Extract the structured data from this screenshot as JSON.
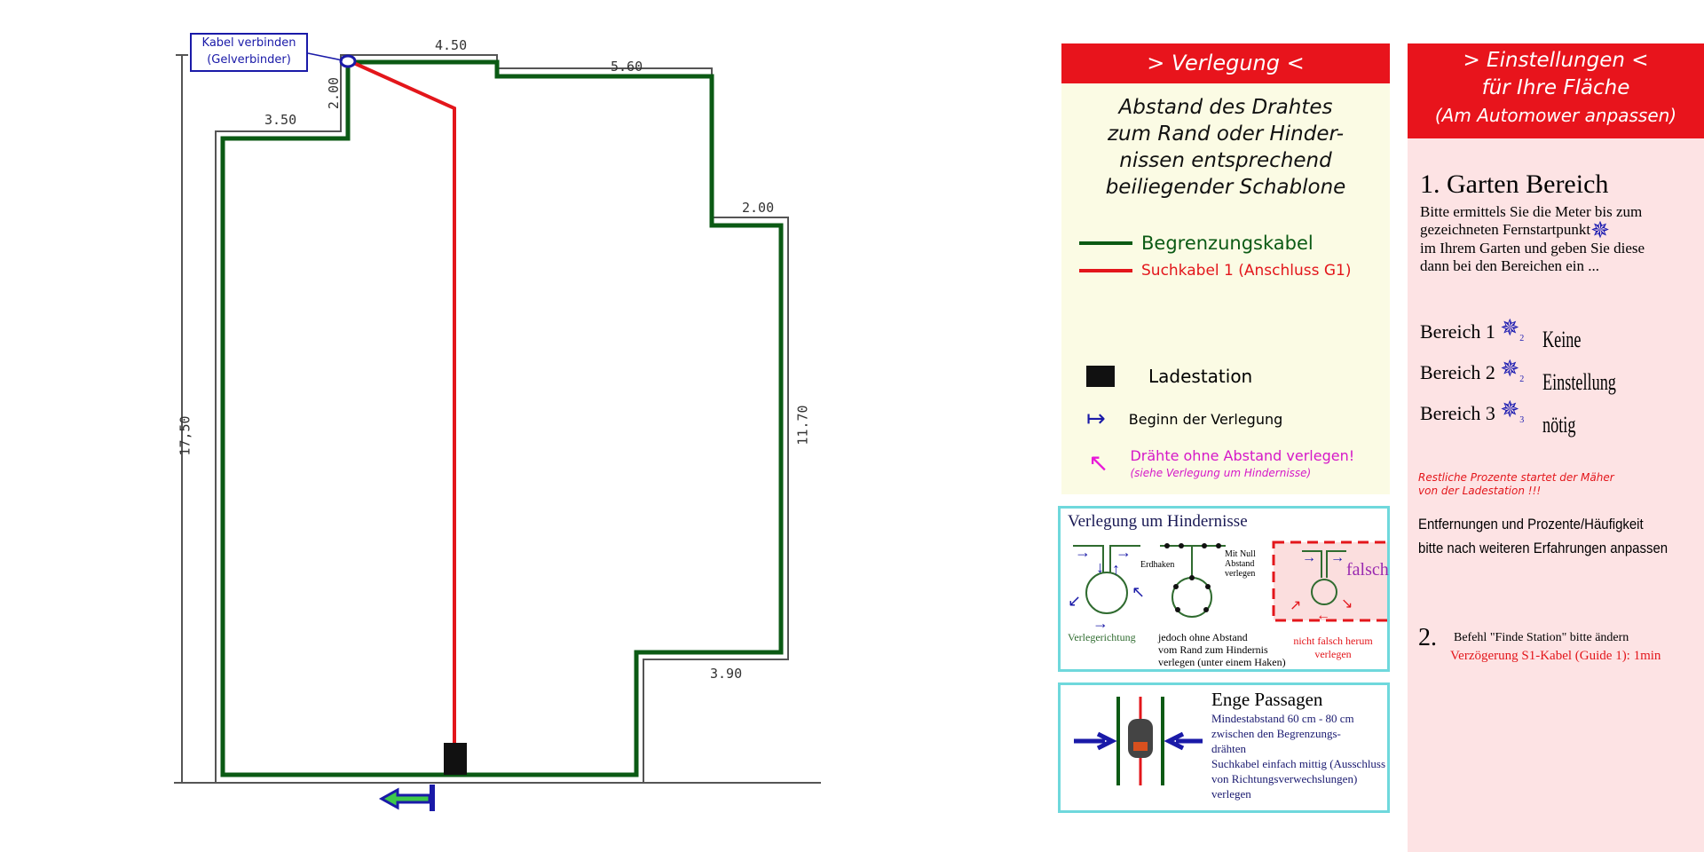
{
  "plan": {
    "callout": [
      "Kabel verbinden",
      "(Gelverbinder)"
    ],
    "dimensions": {
      "top_left": "4.50",
      "top_right": "5.60",
      "notch_vertical": "2.00",
      "left_step": "3.50",
      "right_step": "2.00",
      "right_side": "11.70",
      "bottom_right": "3.90",
      "left_side": "17,50"
    },
    "colors": {
      "boundary": "#0b5a14",
      "guide": "#e3161b",
      "arrow": "#1a1aa8"
    }
  },
  "legend": {
    "header": "> Verlegung <",
    "intro": [
      "Abstand des Drahtes",
      "zum Rand oder Hinder-",
      "nissen entsprechend",
      "beiliegender Schablone"
    ],
    "boundary": "Begrenzungskabel",
    "guide": "Suchkabel 1 (Anschluss G1)",
    "station": "Ladestation",
    "start": "Beginn der Verlegung",
    "no_gap": "Drähte ohne Abstand verlegen!",
    "no_gap_note": "(siehe Verlegung um Hindernisse)"
  },
  "obstacles": {
    "title": "Verlegung um Hindernisse",
    "direction": "Verlegerichtung",
    "hooks": "Erdhaken",
    "zero_gap": [
      "Mit Null",
      "Abstand",
      "verlegen"
    ],
    "note": [
      "jedoch ohne Abstand",
      "vom Rand zum Hindernis",
      "verlegen (unter einem Haken)"
    ],
    "wrong": "falsch",
    "wrong_note": [
      "nicht falsch herum",
      "verlegen"
    ]
  },
  "passages": {
    "title": "Enge Passagen",
    "lines": [
      "Mindestabstand 60 cm - 80 cm",
      "zwischen den Begrenzungs-",
      "drähten",
      "Suchkabel einfach mittig (Ausschluss",
      "von Richtungsverwechslungen) verlegen"
    ]
  },
  "settings": {
    "header": [
      "> Einstellungen <",
      "für Ihre Fläche",
      "(Am Automower anpassen)"
    ],
    "s1_title": "1. Garten Bereich",
    "s1_text": [
      "Bitte ermittels Sie die Meter bis zum",
      "gezeichneten Fernstartpunkt",
      "im Ihrem Garten und geben Sie diese",
      "dann bei den Bereichen ein ..."
    ],
    "areas": [
      {
        "label": "Bereich 1",
        "num": "2"
      },
      {
        "label": "Bereich 2",
        "num": "2"
      },
      {
        "label": "Bereich 3",
        "num": "3"
      }
    ],
    "no_setting": [
      "Keine  Einstellung",
      "nötig"
    ],
    "rest": [
      "Restliche Prozente  startet der Mäher",
      "von der Ladestation !!!"
    ],
    "adjust": [
      "Entfernungen und Prozente/Häufigkeit",
      "bitte nach weiteren Erfahrungen anpassen"
    ],
    "s2_num": "2.",
    "s2_cmd": "Befehl \"Finde Station\" bitte ändern",
    "s2_delay": "Verzögerung S1-Kabel (Guide 1): 1min"
  }
}
